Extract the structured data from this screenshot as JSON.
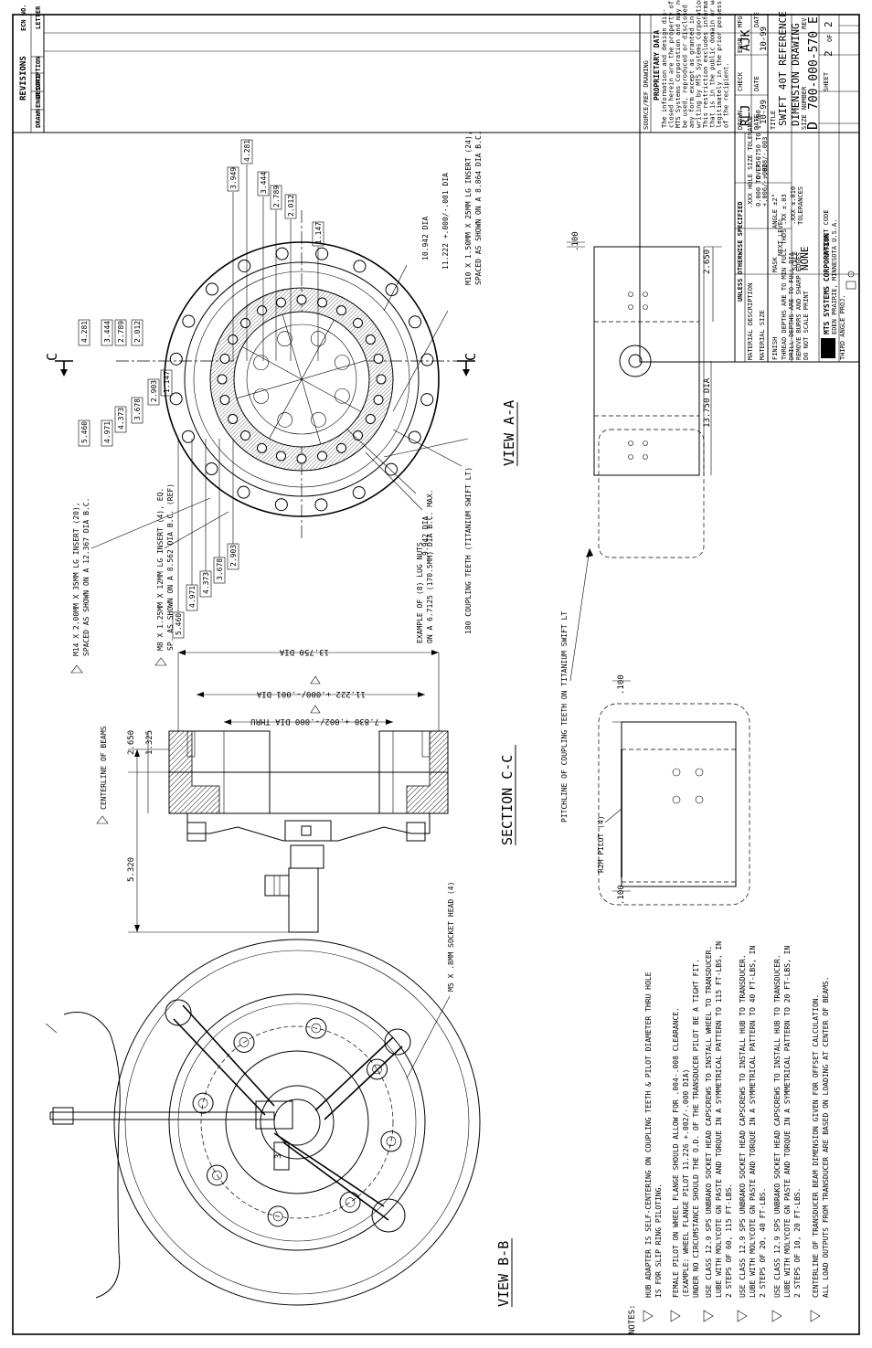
{
  "revisions": {
    "title": "REVISIONS",
    "descr": "DESCRIPTION",
    "drawn": "DRAWN",
    "engr": "ENGR",
    "date": "DATE",
    "letter": "LETTER",
    "ecn": "ECN NO."
  },
  "views": {
    "view_aa": "VIEW A-A",
    "section_cc": "SECTION C-C",
    "view_bb": "VIEW B-B",
    "section_mark": "C"
  },
  "view_aa_dims": {
    "top": [
      "4.281",
      "3.949",
      "3.444",
      "2.789",
      "2.012",
      "1.147"
    ],
    "center_left": [
      "5.460",
      "4.971",
      "4.373",
      "3.678",
      "2.903",
      "1.147"
    ],
    "center_right": [
      "4.281",
      "3.444",
      "2.789",
      "2.012"
    ],
    "bottom": [
      "2.903",
      "3.678",
      "4.373",
      "4.971",
      "5.460"
    ]
  },
  "view_aa_labels": {
    "dia_1": "10.942 DIA",
    "dia_2": "11.222 +.000/-.001 DIA",
    "m10": "M10 X 1.50MM X 25MM LG INSERT (24),",
    "m10b": "SPACED AS SHOWN ON A 8.864 DIA B.C.",
    "dia_3": "9.942 DIA",
    "coupling": "180 COUPLING TEETH (TITANIUM SWIFT LT)",
    "lug1": "EXAMPLE OF (8) LUG NUTS",
    "lug2": "ON A 6.7125 (170.5MM) DIA B.C. MAX.",
    "m8": "M8 X 1.25MM X 12MM LG INSERT (4), EQ.",
    "m8b": "SP. AS SHOWN ON A 8.562 DIA B.C. (REF)",
    "m14": "M14 X 2.00MM X 35MM LG INSERT (20),",
    "m14b": "SPACED AS SHOWN ON A 12.367 DIA B.C."
  },
  "section_cc_labels": {
    "dia_1375": "13.750 DIA",
    "dia_11222": "11.222 +.000/-.001 DIA",
    "dia_7830": "7.830 +.002/-.000 DIA THRU",
    "centerline": "CENTERLINE OF BEAMS",
    "d2650": "2.650",
    "d1325": "1.325",
    "d5320": "5.320"
  },
  "right_view_labels": {
    "d100": ".100",
    "d2650": "2.650",
    "dia_13750": "13.750 DIA",
    "pitchline_lt": "PITCHLINE OF COUPLING TEETH ON TITANIUM SWIFT LT",
    "pitchline": "PITCHLINE OF COUPLING TEETH",
    "pilot": "R2M PILOT (4)",
    "d100b": ".100",
    "d100c": ".100"
  },
  "view_bb_labels": {
    "m5": "M5 X .8MM SOCKET HEAD (4)",
    "num": "3"
  },
  "notes": {
    "title": "NOTES:",
    "items": [
      "HUB ADAPTER IS SELF-CENTERING ON COUPLING TEETH & PILOT DIAMETER THRU HOLE",
      "IS FOR SLIP RING PILOTING.",
      "FEMALE PILOT ON WHEEL FLANGE SHOULD ALLOW FOR .004-.008 CLEARANCE.",
      "(EXAMPLE: WHEEL FLANGE PILOT 11.226 +.002/-.000 DIA)",
      "UNDER NO CIRCUMSTANCE SHOULD THE O.D. OF THE TRANSDUCER PILOT BE A TIGHT FIT.",
      "USE CLASS 12.9 SPS UNBRAKO SOCKET HEAD CAPSCREWS TO INSTALL WHEEL TO TRANSDUCER.",
      "LUBE WITH MOLYCOTE GN PASTE AND TORQUE IN A SYMMETRICAL PATTERN TO 115 FT-LBS, IN",
      "2 STEPS OF 60, 115 FT-LBS.",
      "USE CLASS 12.9 SPS UNBRAKO SOCKET HEAD CAPSCREWS TO INSTALL HUB TO TRANSDUCER.",
      "LUBE WITH MOLYCOTE GN PASTE AND TORQUE IN A SYMMETRICAL PATTERN TO 40 FT-LBS, IN",
      "2 STEPS OF 20, 40 FT-LBS.",
      "USE CLASS 12.9 SPS UNBRAKO SOCKET HEAD CAPSCREWS TO INSTALL HUB TO TRANSDUCER.",
      "LUBE WITH MOLYCOTE GN PASTE AND TORQUE IN A SYMMETRICAL PATTERN TO 20 FT-LBS, IN",
      "2 STEPS OF 10, 20 FT-LBS.",
      "CENTERLINE OF TRANSDUCER BEAM DIMENSION GIVEN FOR OFFSET CALCULATION.",
      "ALL LOAD OUTPUTS FROM TRANSDUCER ARE BASED ON LOADING AT CENTER OF BEAMS."
    ]
  },
  "title_block": {
    "source": "SOURCE/REF DRAWING",
    "prop_title": "PROPRIETARY DATA",
    "prop_lines": [
      "The information and design dis-",
      "closed herein are the property of",
      "MTS Systems Corporation and may not",
      "be used, reproduced or disclosed in",
      "any form except as granted in",
      "writing by MTS Systems Corporation.",
      "This restriction excludes information",
      "that is in the public domain or was",
      "legitimately in the prior possession",
      "of the recipient."
    ],
    "drawn_label": "DRAWN",
    "drawn": "RLJ",
    "check_label": "CHECK",
    "engr_label": "ENGR",
    "engr": "AJK",
    "mfg_label": "MFG",
    "date_label": "DATE",
    "date1": "10-99",
    "date2": "10-99",
    "unless": "UNLESS OTHERWISE SPECIFIED",
    "material_desc": "MATERIAL DESCRIPTION",
    "material_size": "MATERIAL SIZE",
    "finish": "FINISH",
    "hole_size": ".XXX HOLE SIZE TOLERANCE",
    "tol1": "0.000 TO .750",
    "tol1v": "+.006/-.002",
    "tol2": "OVER .750 TO 1.500",
    "tol2v": "+.008/-.003",
    "title_label": "TITLE",
    "title1": "SWIFT 40T REFERENCE",
    "title2": "DIMENSION DRAWING",
    "size_label": "SIZE",
    "size": "D",
    "number_label": "NUMBER",
    "number": "700-000-570",
    "rev_label": "REV",
    "rev": "E",
    "sheet_label": "SHEET",
    "sheet": "2",
    "of_label": "OF",
    "of": "2",
    "next_level": "NEXT LEVEL",
    "product_code": "PRODUCT CODE",
    "scale_label": "SCALE",
    "scale": "NONE",
    "mask": "MASK",
    "company": "MTS SYSTEMS CORPORATION",
    "company_addr": "EDEN PRAIRIE, MINNESOTA U.S.A.",
    "angle": "ANGLE ±2°",
    "xxx": ".XXX ±.010",
    "xx": ".XX ±.03",
    "tolerances": "TOLERANCES",
    "thread_note": "THREAD DEPTHS ARE TO MIN FULL THDS",
    "drill_note": "DRILL DEPTHS ARE TO FULL DIA",
    "burr_note": "REMOVE BURRS AND SHARP EDGES",
    "scale_note": "DO NOT SCALE PRINT",
    "third_angle": "THIRD ANGLE PROJ."
  }
}
